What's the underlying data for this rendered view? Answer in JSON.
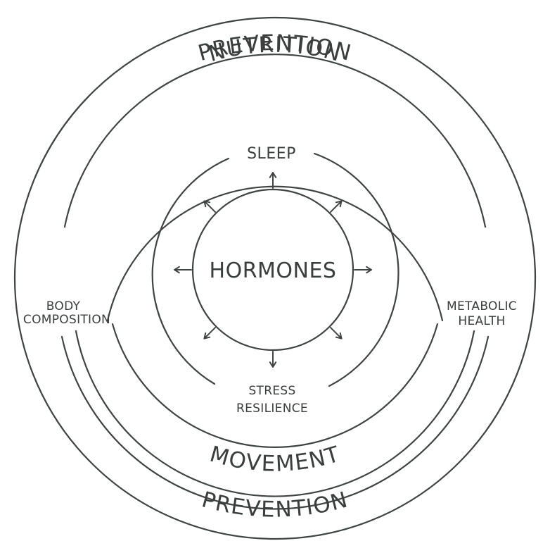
{
  "diagram": {
    "outer_top_label": "PREVENTION",
    "outer_bottom_label": "PREVENTION",
    "band_top_label": "NUTRITION",
    "band_bottom_label": "MOVEMENT",
    "ring_top_label": "SLEEP",
    "ring_bottom_label_line1": "STRESS",
    "ring_bottom_label_line2": "RESILIENCE",
    "left_label_line1": "BODY",
    "left_label_line2": "COMPOSITION",
    "right_label_line1": "METABOLIC",
    "right_label_line2": "HEALTH",
    "center_label": "HORMONES",
    "arrow_count": 8,
    "line_color": "#3f4443"
  }
}
